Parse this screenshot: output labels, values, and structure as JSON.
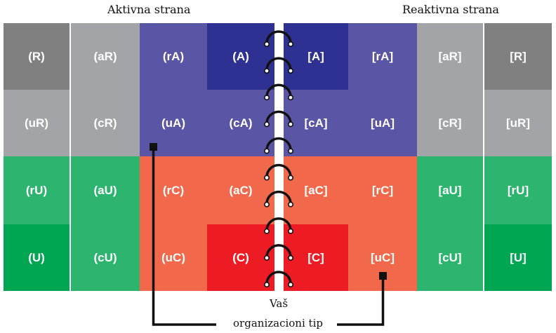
{
  "headings": {
    "active": "Aktivna strana",
    "reactive": "Reaktivna strana"
  },
  "colors": {
    "dark_gray": "#808080",
    "light_gray": "#a3a4a7",
    "purple": "#5b55a6",
    "navy": "#2e3192",
    "salmon": "#f2684a",
    "red": "#ed1c24",
    "green": "#2db56f",
    "dark_green": "#00a651"
  },
  "left_cells": [
    {
      "label": "(R)",
      "color": "dark_gray"
    },
    {
      "label": "(aR)",
      "color": "light_gray"
    },
    {
      "label": "(rA)",
      "color": "purple"
    },
    {
      "label": "(A)",
      "color": "navy"
    },
    {
      "label": "(uR)",
      "color": "light_gray"
    },
    {
      "label": "(cR)",
      "color": "light_gray"
    },
    {
      "label": "(uA)",
      "color": "purple"
    },
    {
      "label": "(cA)",
      "color": "purple"
    },
    {
      "label": "(rU)",
      "color": "green"
    },
    {
      "label": "(aU)",
      "color": "green"
    },
    {
      "label": "(rC)",
      "color": "salmon"
    },
    {
      "label": "(aC)",
      "color": "salmon"
    },
    {
      "label": "(U)",
      "color": "dark_green"
    },
    {
      "label": "(cU)",
      "color": "green"
    },
    {
      "label": "(uC)",
      "color": "salmon"
    },
    {
      "label": "(C)",
      "color": "red"
    }
  ],
  "right_cells": [
    {
      "label": "[A]",
      "color": "navy"
    },
    {
      "label": "[rA]",
      "color": "purple"
    },
    {
      "label": "[aR]",
      "color": "light_gray"
    },
    {
      "label": "[R]",
      "color": "dark_gray"
    },
    {
      "label": "[cA]",
      "color": "purple"
    },
    {
      "label": "[uA]",
      "color": "purple"
    },
    {
      "label": "[cR]",
      "color": "light_gray"
    },
    {
      "label": "[uR]",
      "color": "light_gray"
    },
    {
      "label": "[aC]",
      "color": "salmon"
    },
    {
      "label": "[rC]",
      "color": "salmon"
    },
    {
      "label": "[aU]",
      "color": "green"
    },
    {
      "label": "[rU]",
      "color": "green"
    },
    {
      "label": "[C]",
      "color": "red"
    },
    {
      "label": "[uC]",
      "color": "salmon"
    },
    {
      "label": "[cU]",
      "color": "green"
    },
    {
      "label": "[U]",
      "color": "dark_green"
    }
  ],
  "ring_count": 10,
  "caption": {
    "line1": "Vaš",
    "line2": "organizacioni tip"
  }
}
